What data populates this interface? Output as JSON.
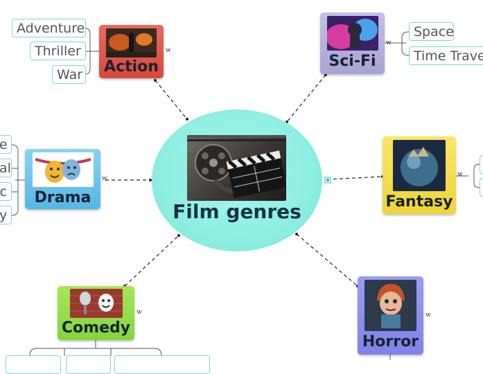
{
  "central": {
    "title": "Film genres"
  },
  "nodes": {
    "action": {
      "label": "Action",
      "color": "#e0584a"
    },
    "scifi": {
      "label": "Sci-Fi",
      "color": "#b7b2dd"
    },
    "drama": {
      "label": "Drama",
      "color": "#6ec4ee"
    },
    "fantasy": {
      "label": "Fantasy",
      "color": "#f5e04e"
    },
    "comedy": {
      "label": "Comedy",
      "color": "#93de4c"
    },
    "horror": {
      "label": "Horror",
      "color": "#8c8ff0"
    }
  },
  "leaves": {
    "action": [
      "Adventure",
      "Thriller",
      "War"
    ],
    "scifi": [
      "Space",
      "Time Travel"
    ],
    "drama": [
      "e",
      "al",
      "c",
      "y"
    ]
  },
  "marker": "w"
}
